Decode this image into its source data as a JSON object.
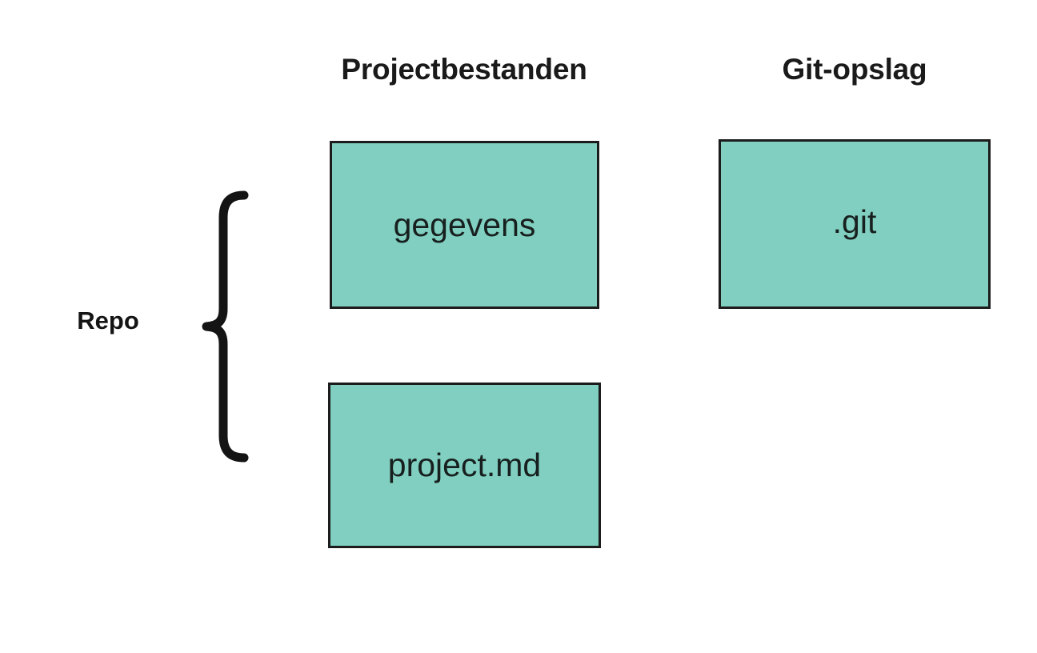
{
  "diagram": {
    "title_text_visible": false,
    "background_color": "#ffffff",
    "accent_color": "#80cfc0",
    "stroke_color": "#1c1c1c",
    "text_color": "#18201f",
    "columns": [
      {
        "id": "project-files",
        "heading": "Projectbestanden"
      },
      {
        "id": "git-storage",
        "heading": "Git-opslag"
      }
    ],
    "group": {
      "label": "Repo",
      "brace_glyph": "{",
      "brace_icon_name": "curly-brace-icon"
    },
    "nodes": [
      {
        "id": "gegevens",
        "label": "gegevens",
        "column": "project-files"
      },
      {
        "id": "project-md",
        "label": "project.md",
        "column": "project-files"
      },
      {
        "id": "dot-git",
        "label": ".git",
        "column": "git-storage"
      }
    ]
  }
}
